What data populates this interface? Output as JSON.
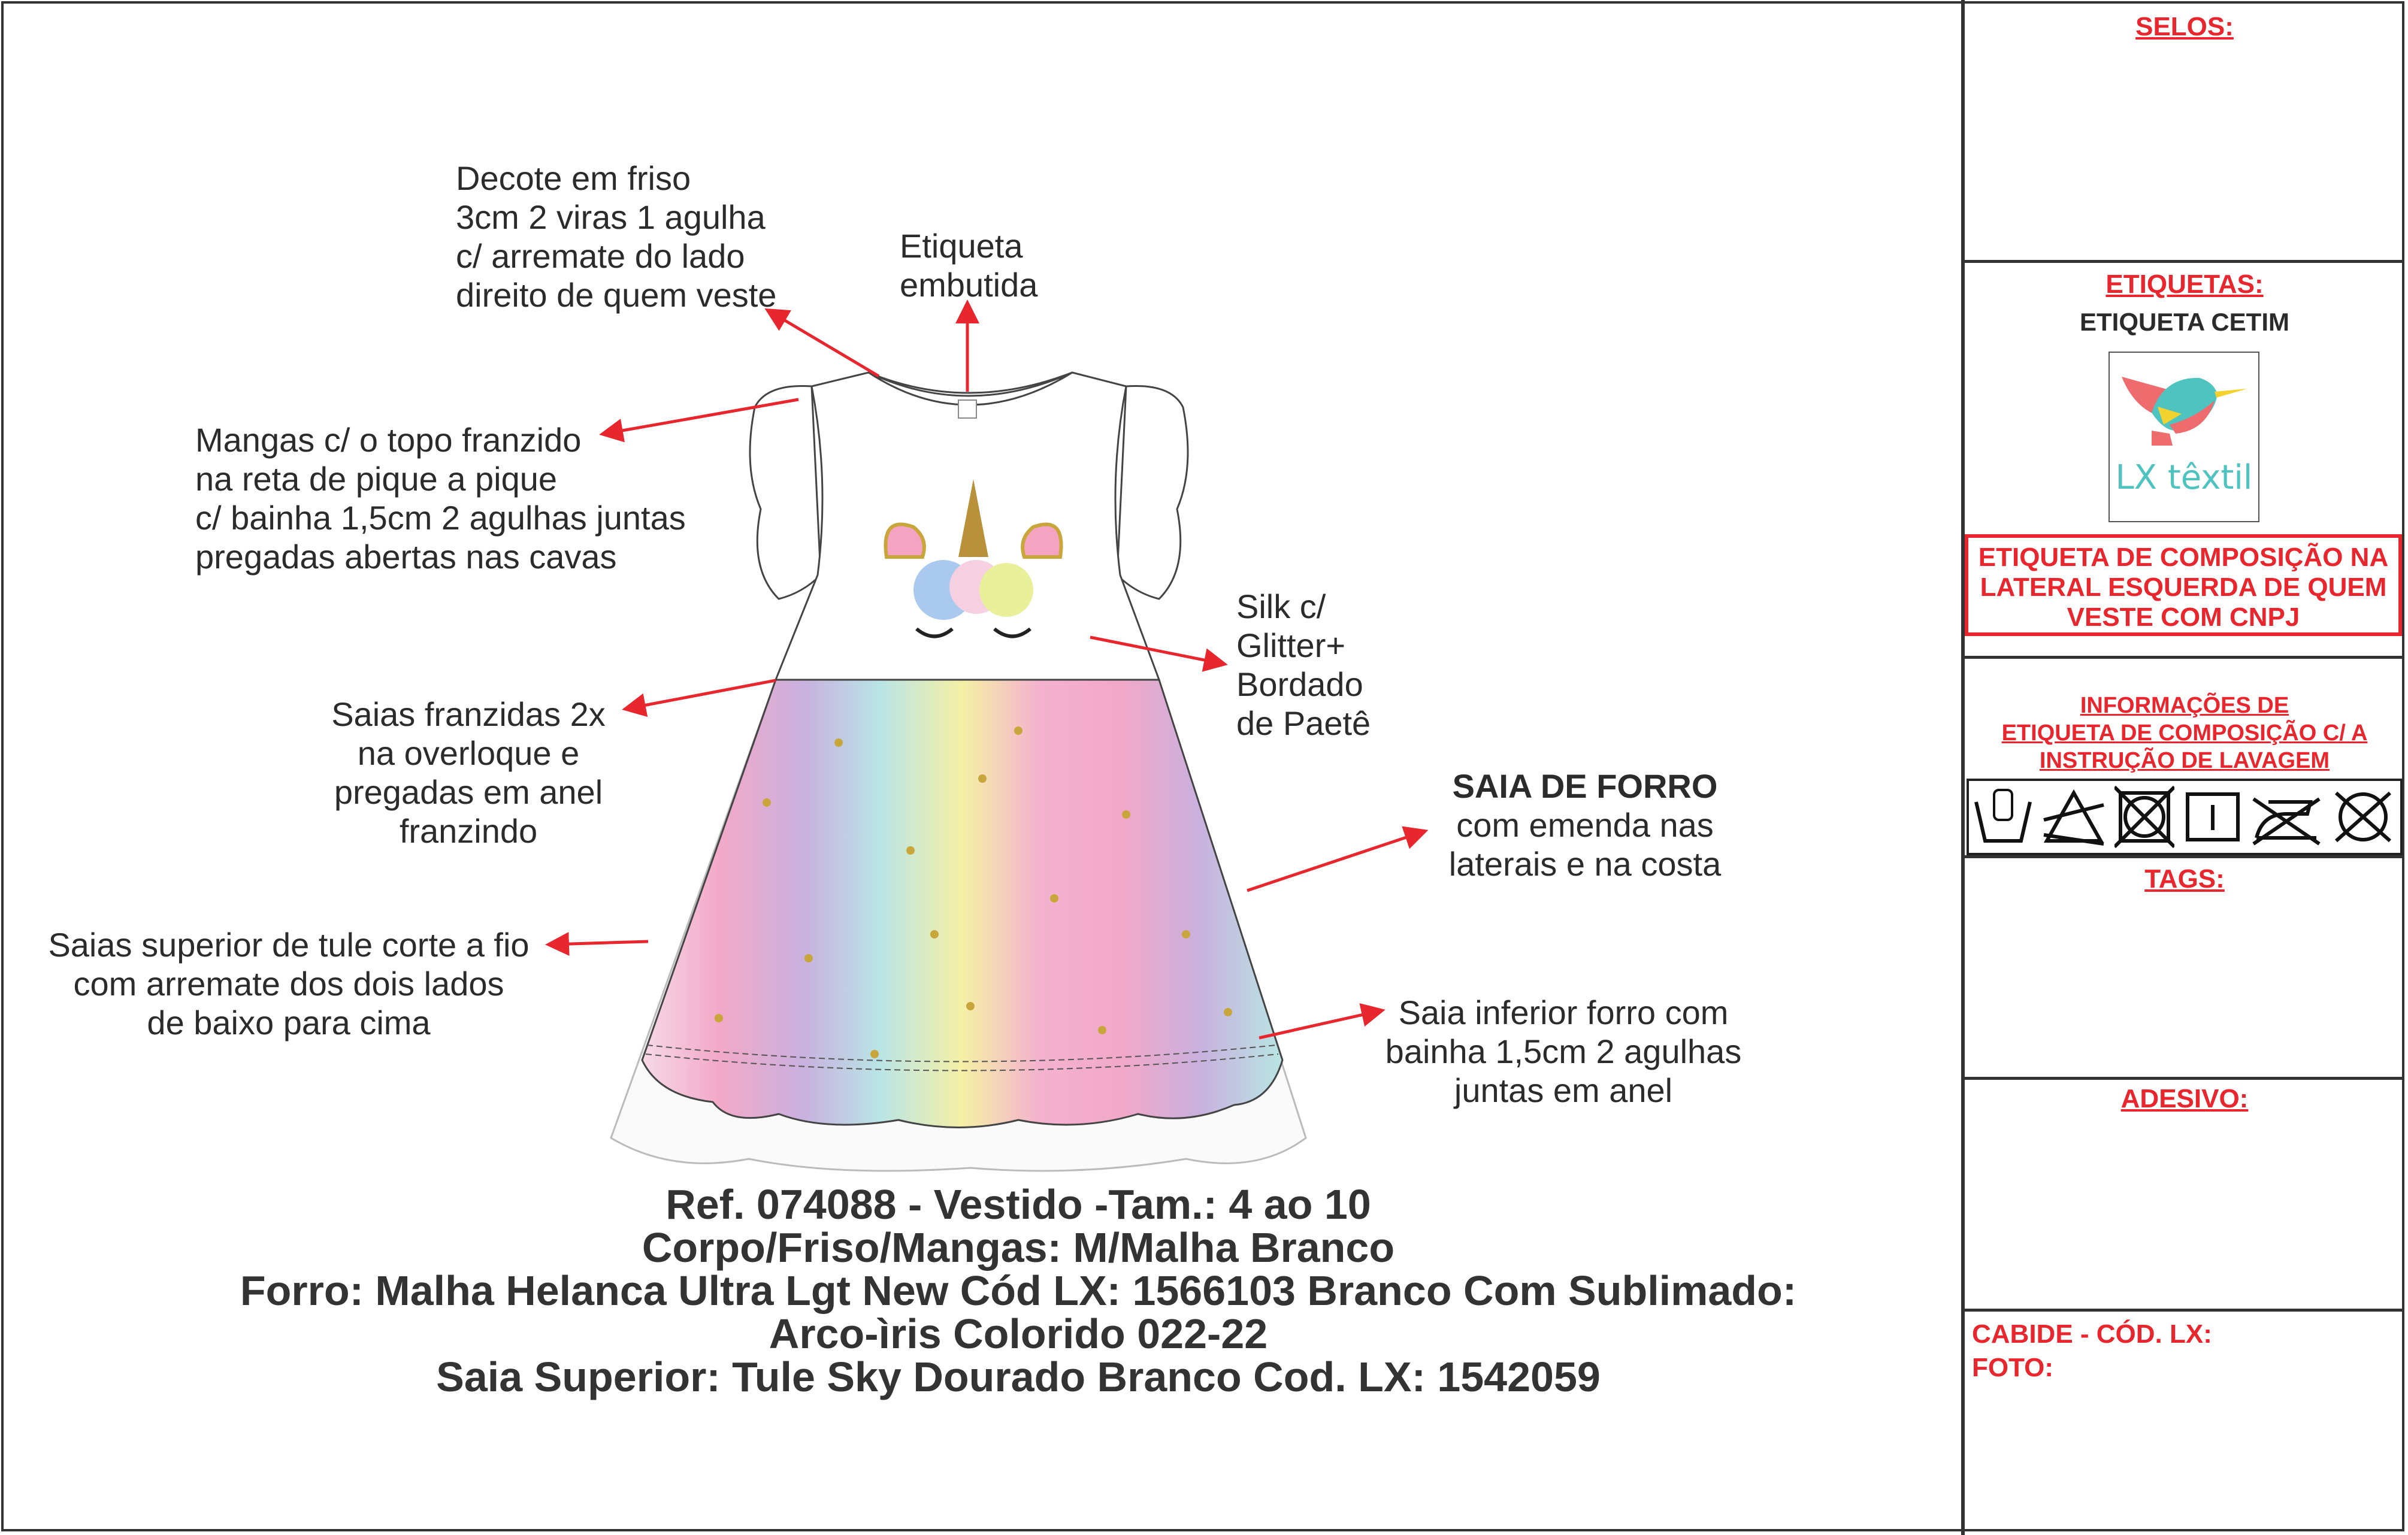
{
  "annotations": {
    "decote": "Decote em friso\n3cm 2 viras 1 agulha\nc/ arremate do lado\ndireito de quem veste",
    "etiqueta": "Etiqueta\nembutida",
    "mangas": "Mangas c/ o topo franzido\nna reta de pique a pique\nc/ bainha 1,5cm 2 agulhas juntas\npregadas abertas nas cavas",
    "silk": "Silk c/\nGlitter+\nBordado\nde Paetê",
    "saias_franzidas": "Saias franzidas 2x\nna overloque e\npregadas em anel\nfranzindo",
    "saia_forro_title": "SAIA DE FORRO",
    "saia_forro_body": "com emenda nas\nlaterais e na costa",
    "saias_superior": "Saias superior de tule corte a fio\ncom arremate dos dois lados\nde baixo para cima",
    "saia_inferior": "Saia inferior forro com\nbainha 1,5cm 2 agulhas\njuntas em anel"
  },
  "specs": [
    "Ref. 074088 - Vestido -Tam.: 4 ao 10",
    "Corpo/Friso/Mangas: M/Malha Branco",
    "Forro: Malha Helanca Ultra Lgt New Cód LX: 1566103 Branco Com Sublimado:",
    "Arco-ìris Colorido 022-22",
    "Saia Superior: Tule Sky Dourado Branco Cod. LX: 1542059"
  ],
  "panel": {
    "selos": "SELOS:",
    "etiquetas": "ETIQUETAS:",
    "etiqueta_cetim": "ETIQUETA CETIM",
    "logo_text": "LX têxtil",
    "composicao": "ETIQUETA DE COMPOSIÇÃO NA LATERAL ESQUERDA DE QUEM VESTE COM CNPJ",
    "info": [
      "INFORMAÇÕES DE",
      "ETIQUETA DE COMPOSIÇÃO C/ A",
      "INSTRUÇÃO DE LAVAGEM"
    ],
    "wash_icons": [
      "hand-wash-icon",
      "do-not-bleach-icon",
      "do-not-tumble-dry-icon",
      "line-dry-icon",
      "do-not-iron-icon",
      "do-not-dry-clean-icon"
    ],
    "tags": "TAGS:",
    "adesivo": "ADESIVO:",
    "cabide": "CABIDE - CÓD. LX:",
    "foto": "FOTO:"
  },
  "colors": {
    "accent_red": "#e8262d",
    "text": "#2b2b2b",
    "logo_teal": "#4fc3c0"
  }
}
